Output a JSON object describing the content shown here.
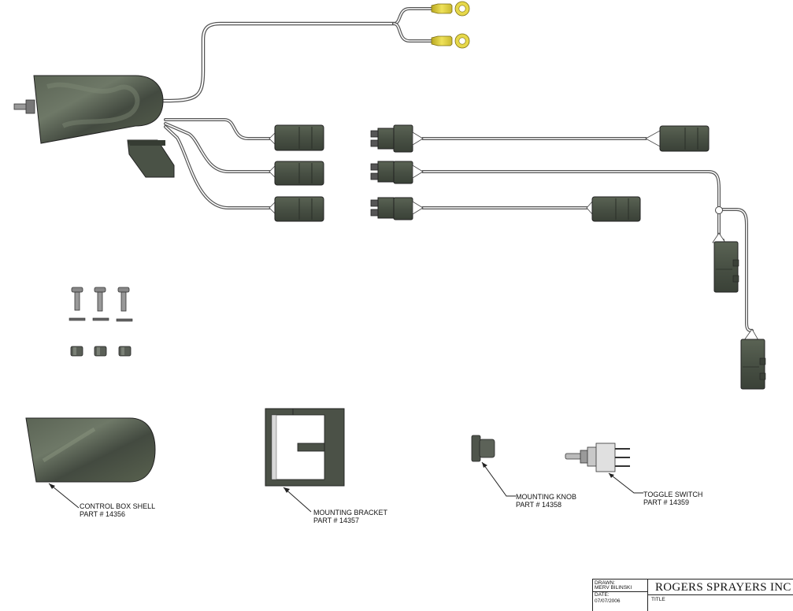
{
  "callouts": {
    "control_box_shell": {
      "name": "CONTROL BOX SHELL",
      "part": "PART # 14356"
    },
    "mounting_bracket": {
      "name": "MOUNTING BRACKET",
      "part": "PART # 14357"
    },
    "mounting_knob": {
      "name": "MOUNTING KNOB",
      "part": "PART # 14358"
    },
    "toggle_switch": {
      "name": "TOGGLE SWITCH",
      "part": "PART # 14359"
    }
  },
  "title_block": {
    "drawn_label": "DRAWN:",
    "drawn_by": "MERV BILINSKI",
    "date_label": "DATE:",
    "date": "07/07/2006",
    "company": "ROGERS SPRAYERS INC",
    "title_label": "TITLE"
  },
  "colors": {
    "component_body": "#4a5246",
    "component_dark": "#2f342d",
    "component_light": "#6f7a69",
    "wire": "#555555",
    "ring_terminal": "#d8c83a",
    "line": "#222222"
  }
}
